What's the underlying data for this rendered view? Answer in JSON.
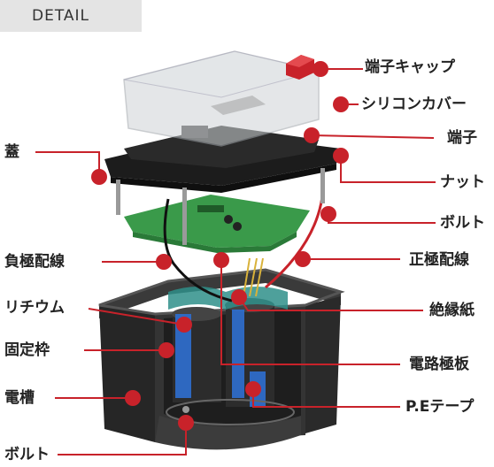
{
  "header": {
    "tab_label": "DETAIL"
  },
  "colors": {
    "accent_red": "#c8222a",
    "board_green": "#3a9a4a",
    "housing_black": "#2b2b2b",
    "separator_teal": "#2f8f8a",
    "tape_blue": "#2f6fd0"
  },
  "labels": {
    "terminal_cap": "端子キャップ",
    "silicone_cover": "シリコンカバー",
    "terminal": "端子",
    "nut": "ナット",
    "bolt_right": "ボルト",
    "positive_wiring": "正極配線",
    "insulating_paper": "絶縁紙",
    "circuit_board": "電路極板",
    "pe_tape": "P.Eテープ",
    "lid": "蓋",
    "negative_wiring": "負極配線",
    "lithium": "リチウム",
    "fixing_frame": "固定枠",
    "battery_case": "電槽",
    "bolt_bottom": "ボルト"
  }
}
